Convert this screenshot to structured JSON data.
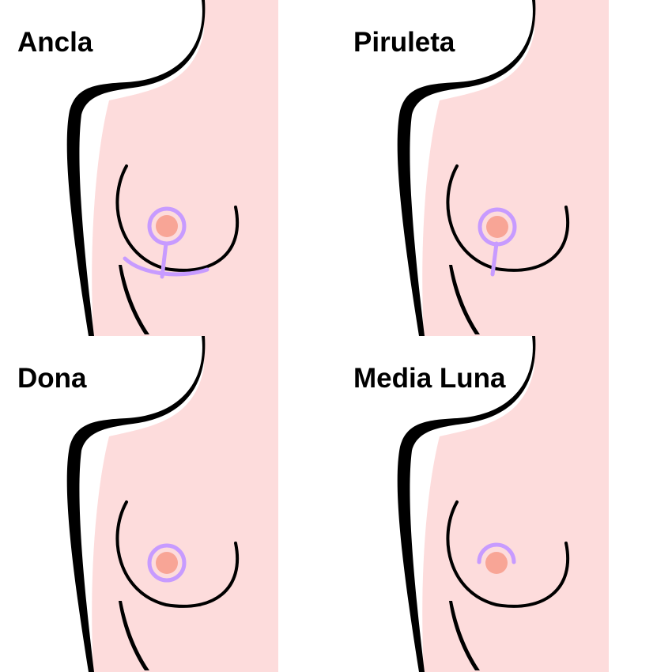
{
  "colors": {
    "skin": "#fddcdc",
    "outline": "#000000",
    "incision": "#c79bff",
    "areola": "#f8a596"
  },
  "icons": [
    "breast-outline-icon",
    "incision-line-icon",
    "areola-icon"
  ],
  "panels": [
    {
      "label": "Ancla",
      "type": "anchor"
    },
    {
      "label": "Piruleta",
      "type": "lollipop"
    },
    {
      "label": "Dona",
      "type": "donut"
    },
    {
      "label": "Media Luna",
      "type": "crescent"
    }
  ]
}
